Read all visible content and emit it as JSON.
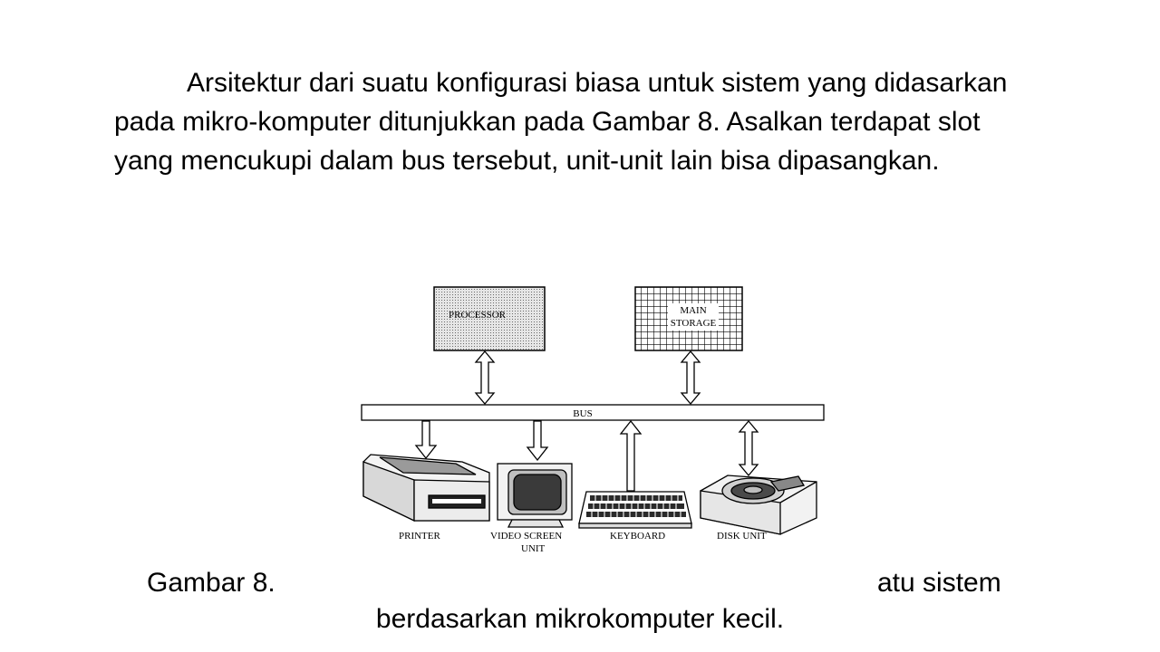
{
  "paragraph": {
    "line1": "Arsitektur dari suatu konfigurasi biasa untuk sistem yang didasarkan",
    "line2": "pada mikro-komputer ditunjukkan pada Gambar 8. Asalkan terdapat slot",
    "line3": "yang mencukupi dalam bus tersebut, unit-unit lain bisa dipasangkan."
  },
  "figure": {
    "processor_label": "PROCESSOR",
    "storage_label_1": "MAIN",
    "storage_label_2": "STORAGE",
    "bus_label": "BUS",
    "printer_label": "PRINTER",
    "video_label_1": "VIDEO SCREEN",
    "video_label_2": "UNIT",
    "keyboard_label": "KEYBOARD",
    "disk_label": "DISK UNIT"
  },
  "caption": {
    "left": "Gambar 8.",
    "right": "atu sistem",
    "line2": "berdasarkan mikrokomputer kecil."
  }
}
